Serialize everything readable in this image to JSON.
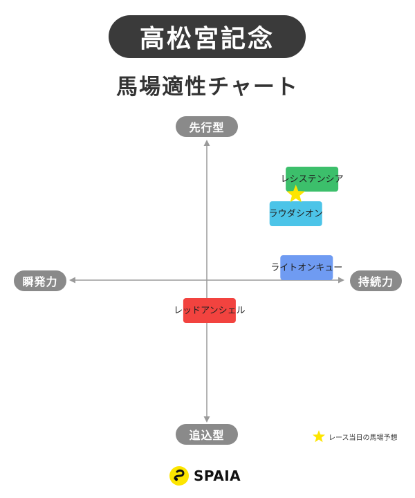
{
  "header": {
    "title": "高松宮記念",
    "subtitle": "馬場適性チャート"
  },
  "axes": {
    "top": "先行型",
    "bottom": "追込型",
    "left": "瞬発力",
    "right": "持続力"
  },
  "legend": {
    "label": "レース当日の馬場予想",
    "star_color": "#fde500"
  },
  "brand": {
    "name": "SPAIA",
    "logo_color": "#fde500"
  },
  "chart_data": {
    "type": "scatter",
    "title": "馬場適性チャート",
    "x_axis": {
      "left_label": "瞬発力",
      "right_label": "持続力",
      "range": [
        -1,
        1
      ]
    },
    "y_axis": {
      "top_label": "先行型",
      "bottom_label": "追込型",
      "range": [
        -1,
        1
      ]
    },
    "grid": false,
    "legend_position": "bottom-right",
    "points": [
      {
        "name": "レシステンシア",
        "x": 0.78,
        "y": 0.73,
        "color": "#3cbf6b"
      },
      {
        "name": "ラウダシオン",
        "x": 0.66,
        "y": 0.48,
        "color": "#4cc4e8"
      },
      {
        "name": "ライトオンキュー",
        "x": 0.74,
        "y": 0.09,
        "color": "#6f9bf2"
      },
      {
        "name": "レッドアンシェル",
        "x": 0.02,
        "y": -0.22,
        "color": "#f2433f"
      }
    ],
    "marker": {
      "name": "レース当日の馬場予想",
      "x": 0.66,
      "y": 0.62,
      "color": "#fde500"
    }
  }
}
